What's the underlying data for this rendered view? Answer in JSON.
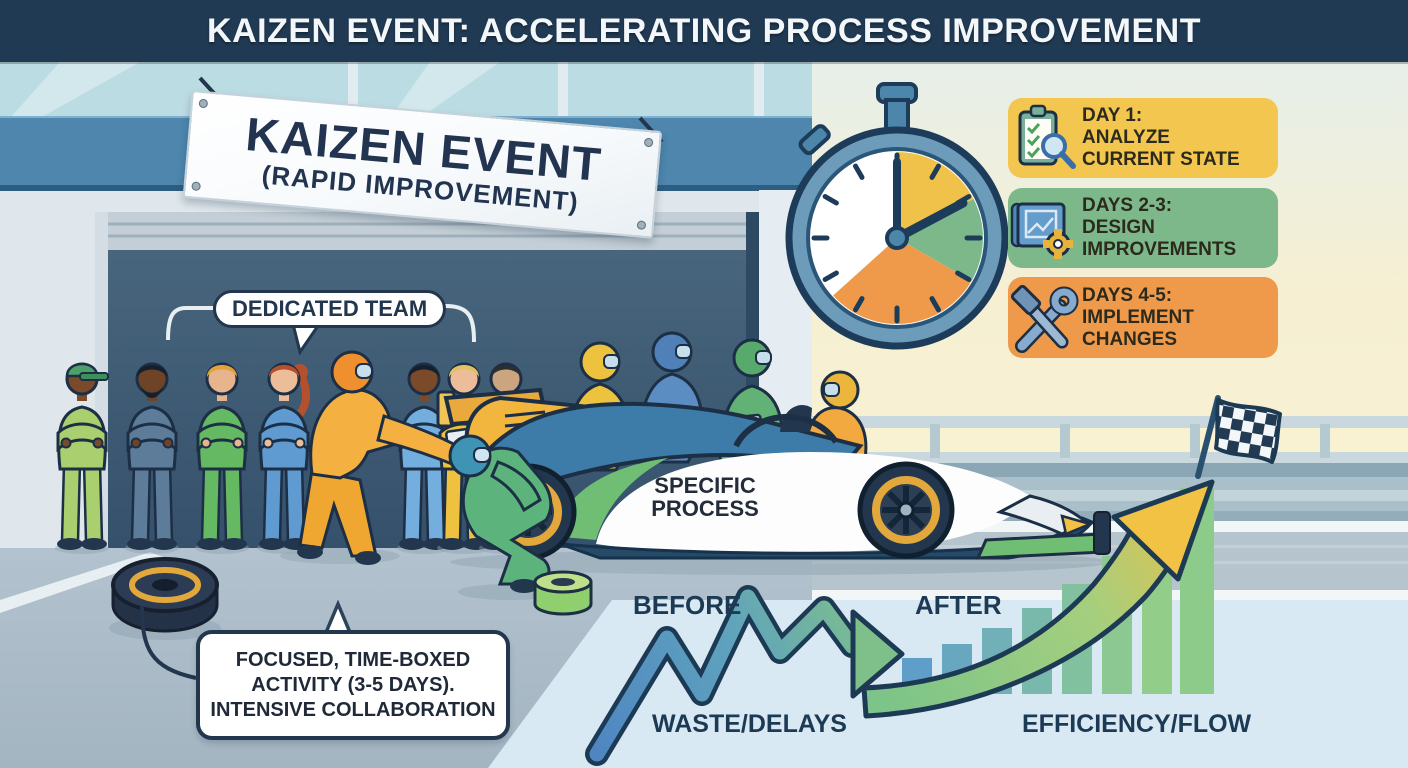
{
  "header": {
    "title": "KAIZEN EVENT: ACCELERATING PROCESS IMPROVEMENT",
    "bg_color": "#203A54"
  },
  "banner": {
    "line1": "KAIZEN EVENT",
    "line2": "(RAPID IMPROVEMENT)"
  },
  "callouts": {
    "team_label": "DEDICATED TEAM",
    "activity_lines": [
      "FOCUSED, TIME-BOXED",
      "ACTIVITY (3-5 DAYS).",
      "INTENSIVE COLLABORATION"
    ]
  },
  "car_label": {
    "line1": "SPECIFIC",
    "line2": "PROCESS"
  },
  "timeline": {
    "stopwatch_icon": "stopwatch-icon",
    "stopwatch_segments": [
      {
        "phase": "day-1",
        "color": "#F0C24A"
      },
      {
        "phase": "days-2-3",
        "color": "#7DB88A"
      },
      {
        "phase": "days-4-5",
        "color": "#EF9A4B"
      }
    ],
    "phases": [
      {
        "lines": [
          "DAY 1:",
          "ANALYZE",
          "CURRENT STATE"
        ],
        "color": "#F2C64F",
        "icon": "clipboard-magnifier-icon"
      },
      {
        "lines": [
          "DAYS 2-3:",
          "DESIGN",
          "IMPROVEMENTS"
        ],
        "color": "#7DB88A",
        "icon": "blueprint-gear-icon"
      },
      {
        "lines": [
          "DAYS 4-5:",
          "IMPLEMENT",
          "CHANGES"
        ],
        "color": "#EF9A4B",
        "icon": "wrench-hammer-icon"
      }
    ]
  },
  "flow": {
    "before_label": "BEFORE",
    "before_caption": "WASTE/DELAYS",
    "after_label": "AFTER",
    "after_caption": "EFFICIENCY/FLOW",
    "finish_icon": "checkered-flag-icon"
  },
  "scene": {
    "icons": [
      "stopwatch-icon",
      "checkered-flag-icon",
      "race-car",
      "pit-crew",
      "tire",
      "tape-roll",
      "zigzag-arrow",
      "rising-arrow"
    ]
  },
  "colors": {
    "accent_navy": "#22364E",
    "panel_blue": "#D9E9F4",
    "track_gray": "#A9BAC6",
    "sky_cream": "#F8F1D3"
  }
}
